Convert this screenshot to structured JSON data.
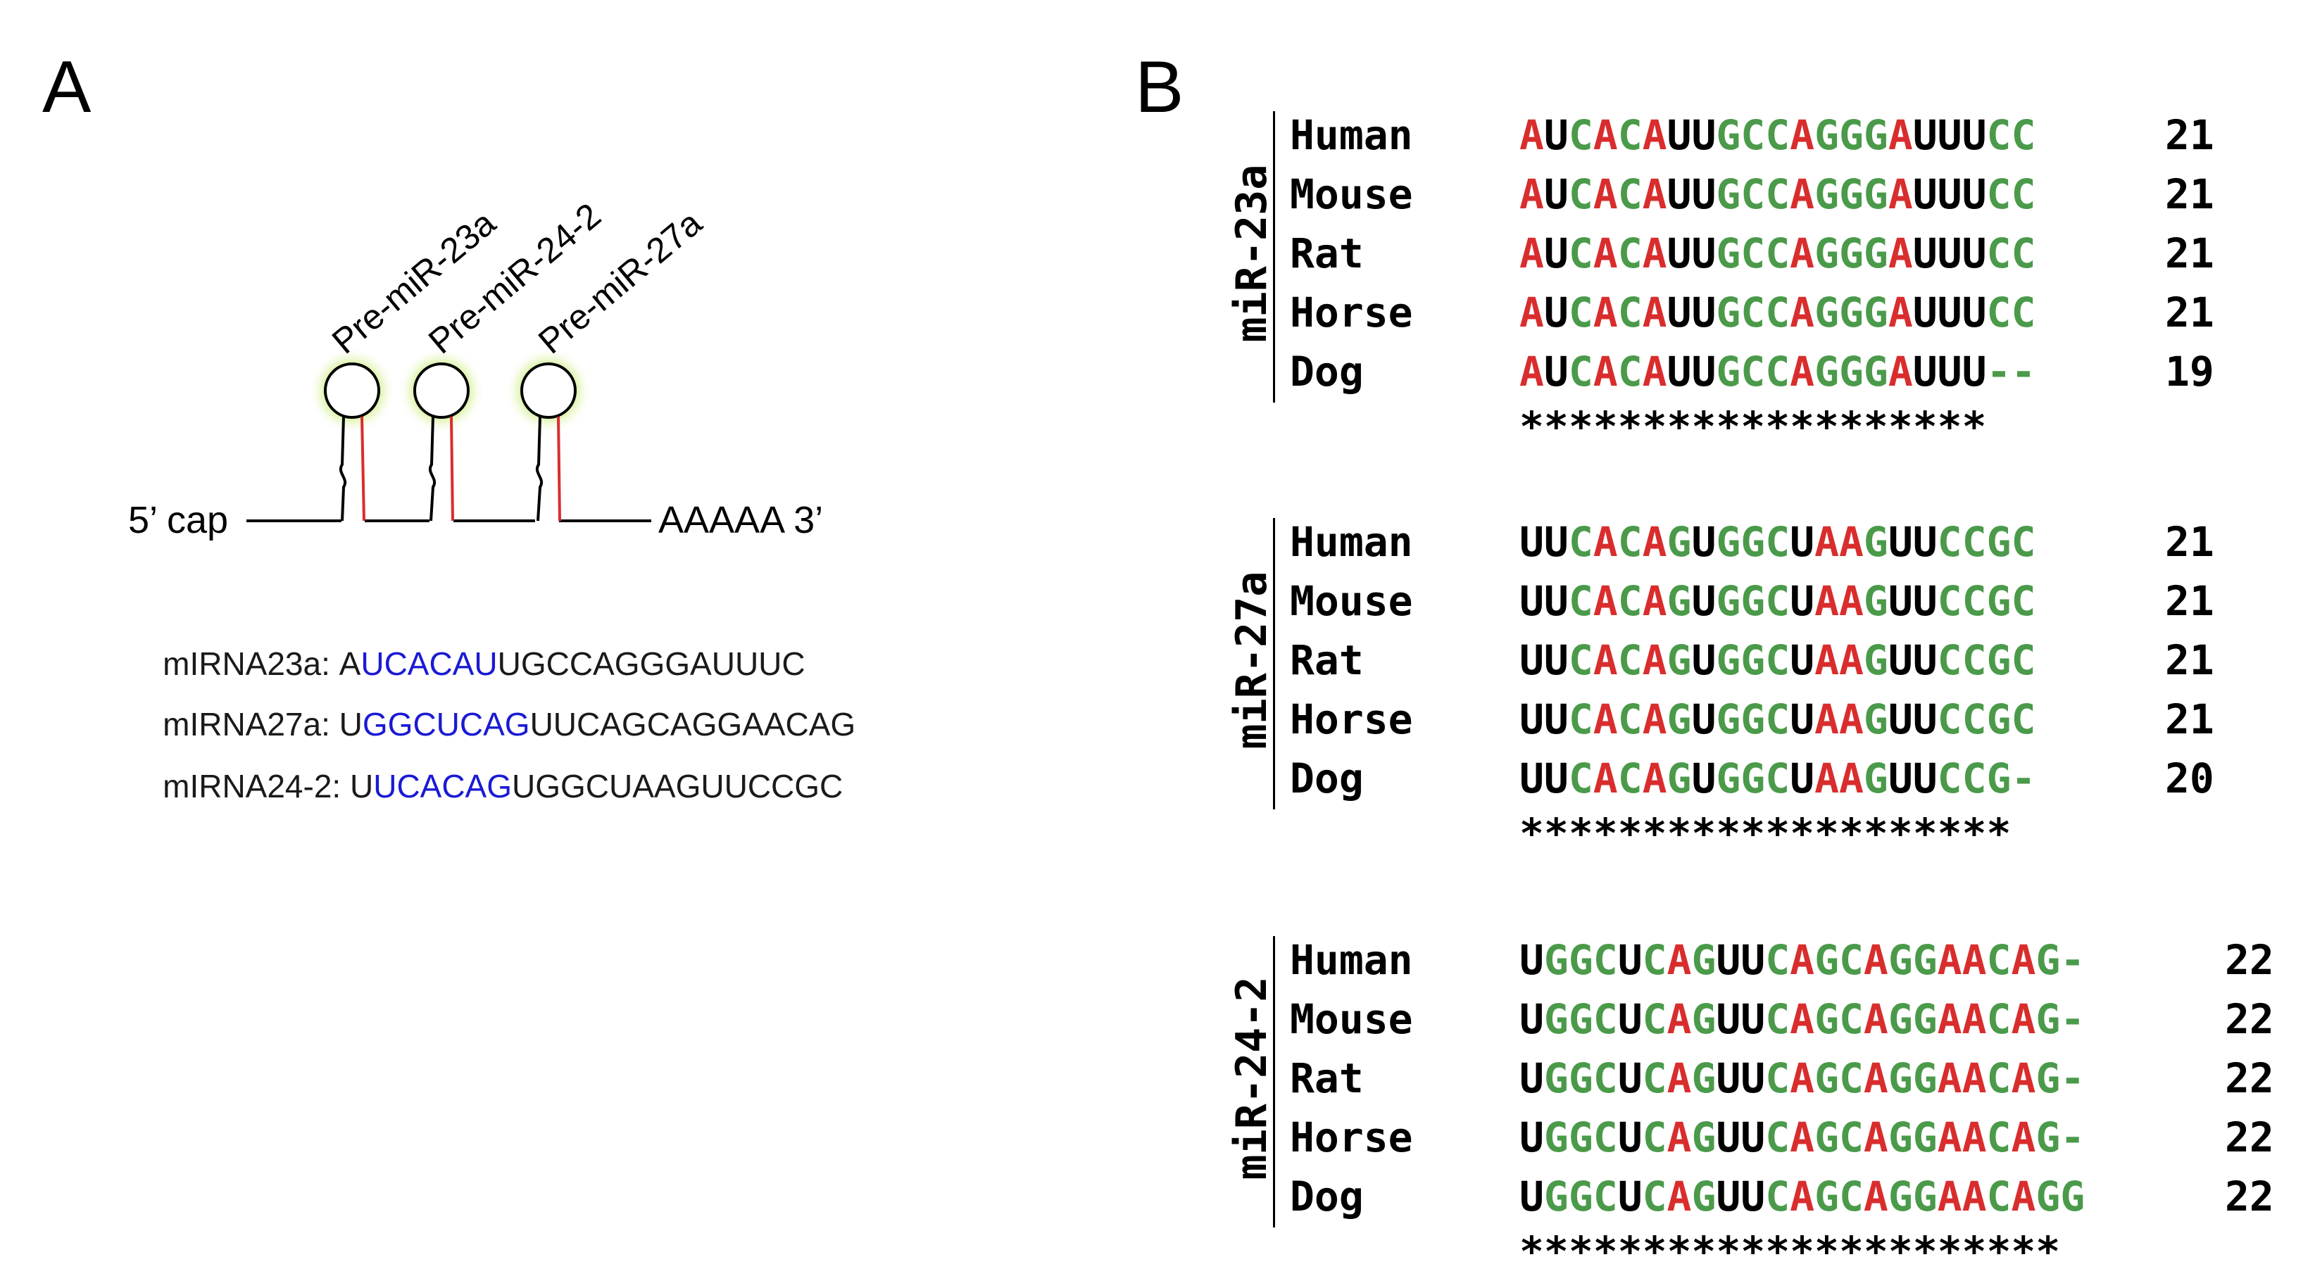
{
  "panel_a": {
    "label": "A",
    "five_prime": "5’ cap",
    "three_prime": "AAAAA 3’",
    "hairpins": [
      "Pre-miR-23a",
      "Pre-miR-24-2",
      "Pre-miR-27a"
    ],
    "mirnas": [
      {
        "name": "mIRNA23a:",
        "pre": "A",
        "seed": "UCACAU",
        "post": "UGCCAGGGAUUUC"
      },
      {
        "name": "mIRNA27a:",
        "pre": "U",
        "seed": "GGCUCAG",
        "post": "UUCAGCAGGAACAG"
      },
      {
        "name": "mIRNA24-2:",
        "pre": "U",
        "seed": "UCACAG",
        "post": "UGGCUAAGUUCCGC"
      }
    ],
    "colors": {
      "line": "#000000",
      "stem": "#d92d2d",
      "glow": "#d6f0a0",
      "seed": "#1a1ad4"
    }
  },
  "panel_b": {
    "label": "B",
    "blocks": [
      {
        "gene": "miR-23a",
        "rows": [
          {
            "species": "Human",
            "seq": "AUCACAUUGCCAGGGAUUUCC",
            "len": "21"
          },
          {
            "species": "Mouse",
            "seq": "AUCACAUUGCCAGGGAUUUCC",
            "len": "21"
          },
          {
            "species": "Rat",
            "seq": "AUCACAUUGCCAGGGAUUUCC",
            "len": "21"
          },
          {
            "species": "Horse",
            "seq": "AUCACAUUGCCAGGGAUUUCC",
            "len": "21"
          },
          {
            "species": "Dog",
            "seq": "AUCACAUUGCCAGGGAUUU--",
            "len": "19"
          }
        ],
        "stars": "*******************"
      },
      {
        "gene": "miR-27a",
        "rows": [
          {
            "species": "Human",
            "seq": "UUCACAGUGGCUAAGUUCCGC",
            "len": "21"
          },
          {
            "species": "Mouse",
            "seq": "UUCACAGUGGCUAAGUUCCGC",
            "len": "21"
          },
          {
            "species": "Rat",
            "seq": "UUCACAGUGGCUAAGUUCCGC",
            "len": "21"
          },
          {
            "species": "Horse",
            "seq": "UUCACAGUGGCUAAGUUCCGC",
            "len": "21"
          },
          {
            "species": "Dog",
            "seq": "UUCACAGUGGCUAAGUUCCG-",
            "len": "20"
          }
        ],
        "stars": "********************"
      },
      {
        "gene": "miR-24-2",
        "rows": [
          {
            "species": "Human",
            "seq": "UGGCUCAGUUCAGCAGGAACAG-",
            "len": "22"
          },
          {
            "species": "Mouse",
            "seq": "UGGCUCAGUUCAGCAGGAACAG-",
            "len": "22"
          },
          {
            "species": "Rat",
            "seq": "UGGCUCAGUUCAGCAGGAACAG-",
            "len": "22"
          },
          {
            "species": "Horse",
            "seq": "UGGCUCAGUUCAGCAGGAACAG-",
            "len": "22"
          },
          {
            "species": "Dog",
            "seq": "UGGCUCAGUUCAGCAGGAACAGG",
            "len": "22"
          }
        ],
        "stars": "**********************"
      }
    ],
    "colors": {
      "A": "#d92d2d",
      "U": "#000000",
      "C": "#4a9a4a",
      "G": "#4a9a4a",
      "-": "#4a9a4a"
    }
  }
}
